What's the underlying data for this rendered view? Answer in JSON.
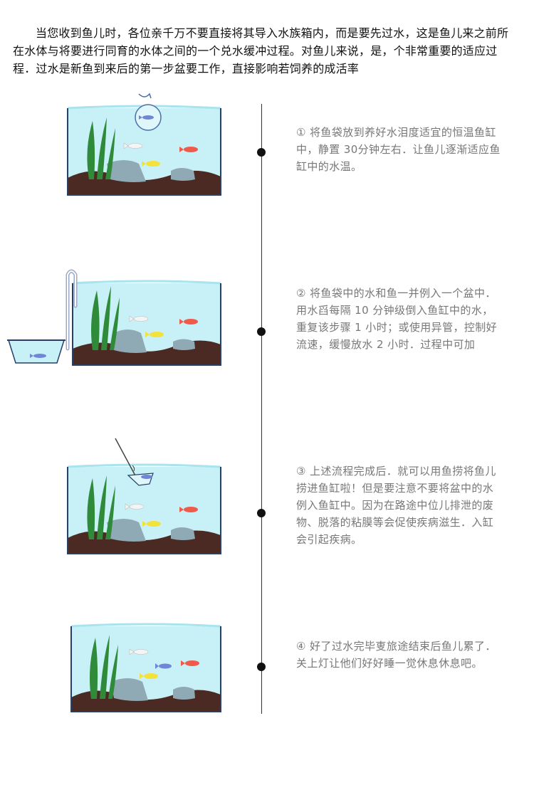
{
  "intro": {
    "text": "当您收到鱼儿时，各位亲千万不要直接将其导入水族箱内，而是要先过水，这是鱼儿来之前所在水体与将要进行同育的水体之间的一个兑水缓冲过程。对鱼儿来说，是，个非常重要的适应过程．过水是新鱼到来后的第一步盆要工作，直接影响若饲养的成活率"
  },
  "steps": [
    {
      "text": "① 将鱼袋放到养好水泪度适宜的恒温鱼缸中，静置 30分钟左右．让鱼儿逐渐适应鱼缸中的水温。"
    },
    {
      "text": "② 将鱼袋中的水和鱼一并例入一个盆中．用水舀每隔 10 分钟级倒入鱼缸中的水，重复该步骤 1 小时；或使用异管，控制好流速，缓慢放水 2 小时．过程中可加"
    },
    {
      "text": "③ 上述流程完成后．就可以用鱼捞将鱼儿捞进鱼缸啦！但是要注意不要将盆中的水例入鱼缸中。因为在路途中位儿排泄的废物、脱落的粘膜等会促使疾病滋生．入缸会引起疾病。"
    },
    {
      "text": "④ 好了过水完毕叓旅途结束后鱼儿累了．关上灯让他们好好睡一觉休息休息吧。"
    }
  ],
  "colors": {
    "water": "#c8f0f7",
    "water_surface": "#a9e3ee",
    "substrate": "#4a2a22",
    "plant": "#2f8a3a",
    "rock": "#8fa9b5",
    "fish_red": "#f05a4a",
    "fish_yellow": "#f2e23a",
    "fish_blue": "#6f86d8",
    "fish_white": "#f4f4f4",
    "line": "#333333",
    "step_text": "#777777"
  },
  "icons": [
    "fish-bag-icon",
    "siphon-tube-icon",
    "water-basin-icon",
    "fish-net-icon"
  ]
}
